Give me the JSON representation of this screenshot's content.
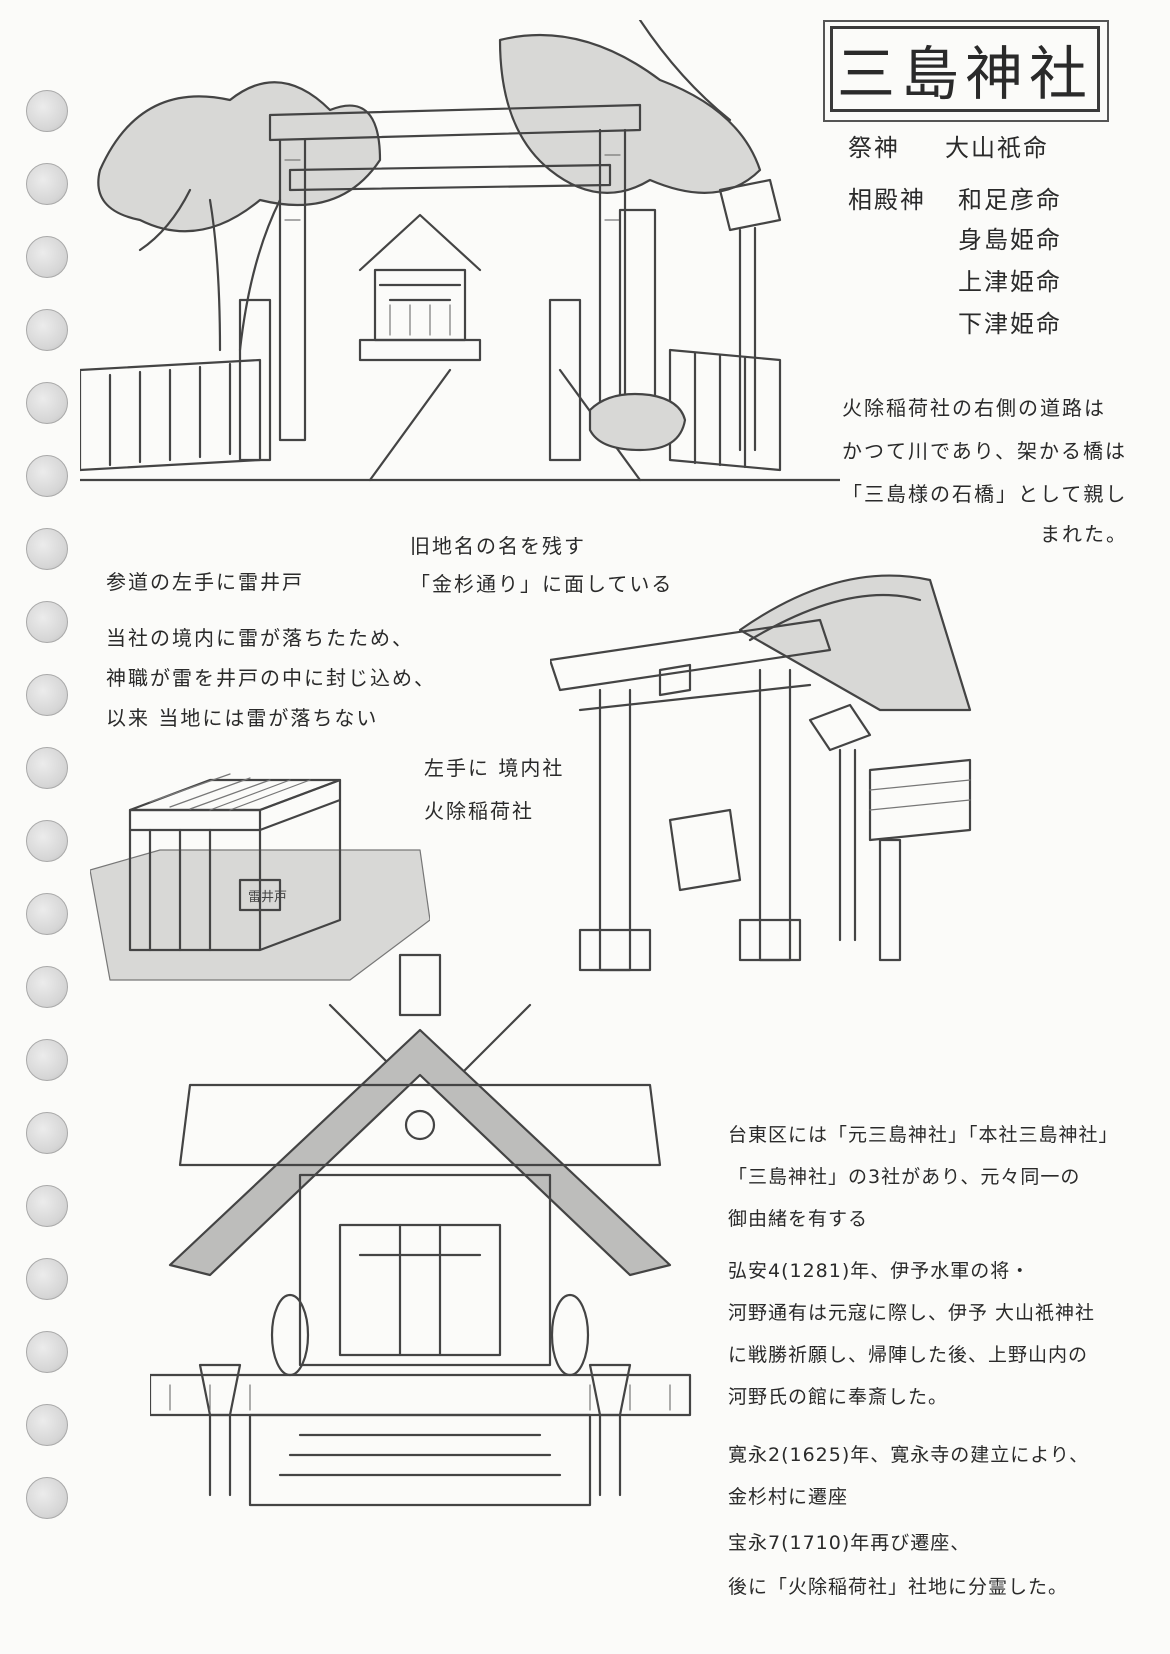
{
  "title": "三島神社",
  "deities": {
    "main_label": "祭神",
    "main_name": "大山祇命",
    "aidono_label": "相殿神",
    "aidono_names": [
      "和足彦命",
      "身島姫命",
      "上津姫命",
      "下津姫命"
    ]
  },
  "notes": {
    "river": [
      "火除稲荷社の右側の道路は",
      "かつて川であり、架かる橋は",
      "「三島様の石橋」として親し",
      "まれた。"
    ],
    "kanasugi": [
      "旧地名の名を残す",
      "「金杉通り」に面している"
    ],
    "raijin": [
      "参道の左手に雷井戸",
      "当社の境内に雷が落ちたため、",
      "神職が雷を井戸の中に封じ込め、",
      "以来 当地には雷が落ちない"
    ],
    "inari": [
      "左手に 境内社",
      "火除稲荷社"
    ],
    "history1": [
      "台東区には「元三島神社」「本社三島神社」",
      "「三島神社」の3社があり、元々同一の",
      "御由緒を有する"
    ],
    "history2": [
      "弘安4(1281)年、伊予水軍の将・",
      "河野通有は元寇に際し、伊予 大山祇神社",
      "に戦勝祈願し、帰陣した後、上野山内の",
      "河野氏の館に奉斎した。"
    ],
    "history3": [
      "寛永2(1625)年、寛永寺の建立により、",
      "金杉村に遷座"
    ],
    "history4": [
      "宝永7(1710)年再び遷座、",
      "後に「火除稲荷社」社地に分霊した。"
    ]
  },
  "well_plaque": "雷井戸"
}
